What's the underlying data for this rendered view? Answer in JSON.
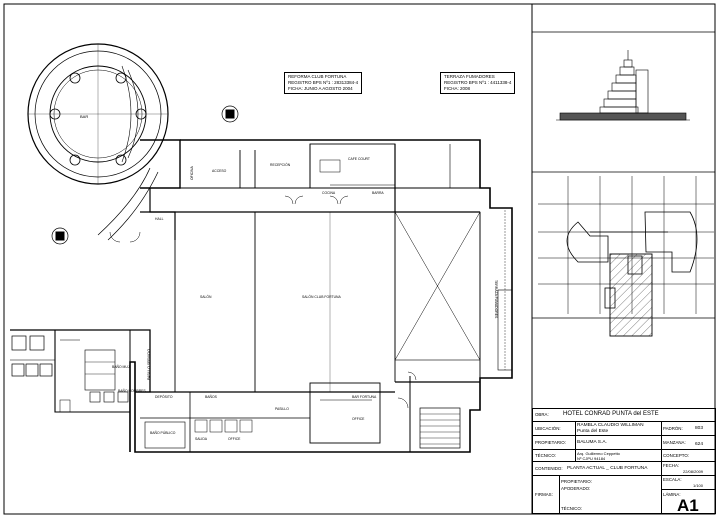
{
  "notes": {
    "reforma": {
      "title": "REFORMA CLUB FORTUNA",
      "line1": "REGISTRO BPS Nº1 : 28313384-4",
      "line2": "FICHA: JUNIO A AGOSTO 2004"
    },
    "terraza": {
      "title": "TERRAZA FUMADORES",
      "line1": "REGISTRO BPS Nº1 : 4411338-4",
      "line2": "FICHA: 2008"
    }
  },
  "rooms": {
    "bar": "BAR",
    "salon": "SALÓN",
    "salon_club": "SALÓN CLUB FORTUNA",
    "recepcion": "RECEPCIÓN",
    "acceso": "ACCESO",
    "cocina": "COCINA",
    "oficina": "OFICINA",
    "baño_mujer": "BAÑO MUJ.",
    "hall": "HALL",
    "pasillo": "PASILLO",
    "cafe_court": "CAFE COURT",
    "barra": "BARRA",
    "bar_fortuna": "BAR FORTUNA",
    "office": "OFFICE",
    "deposito": "DEPÓSITO",
    "baños": "BAÑOS",
    "baño_publico": "BAÑO PÚBLICO",
    "salida": "SALIDA",
    "office2": "OFFICE",
    "terraza": "TERRAZA FUMADORES",
    "pasillo_serv": "PASILLO SERVICIO",
    "baño_h": "BAÑO HOMBRES"
  },
  "titleblock": {
    "obra_label": "OBRA:",
    "obra": "HOTEL CONRAD PUNTA del ESTE",
    "ubicacion_label": "UBICACIÓN:",
    "ubicacion_1": "RAMBLA CLAUDIO WILLIMAN",
    "ubicacion_2": "Punta del Este",
    "padron_label": "PADRÓN:",
    "padron": "803",
    "propietario_label": "PROPIETARIO:",
    "propietario": "BALUMA S.A.",
    "manzana_label": "MANZANA:",
    "manzana": "624",
    "tecnico_label": "TÉCNICO:",
    "tecnico_1": "Arq. Guillermo Ceppetto",
    "tecnico_2": "Nº CJPU 94184",
    "concepto_label": "CONCEPTO:",
    "contenido_label": "CONTENIDO:",
    "contenido": "PLANTA ACTUAL _ CLUB FORTUNA",
    "fecha_label": "FECHA:",
    "fecha": "22/08/2009",
    "escala_label": "ESCALA:",
    "escala": "1/100",
    "propietario2_label": "PROPIETARIO:",
    "apoderado_label": "APODERADO:",
    "firmas_label": "FIRMAS:",
    "tecnico2_label": "TÉCNICO:",
    "lamina_label": "LÁMINA:",
    "lamina": "A1"
  }
}
